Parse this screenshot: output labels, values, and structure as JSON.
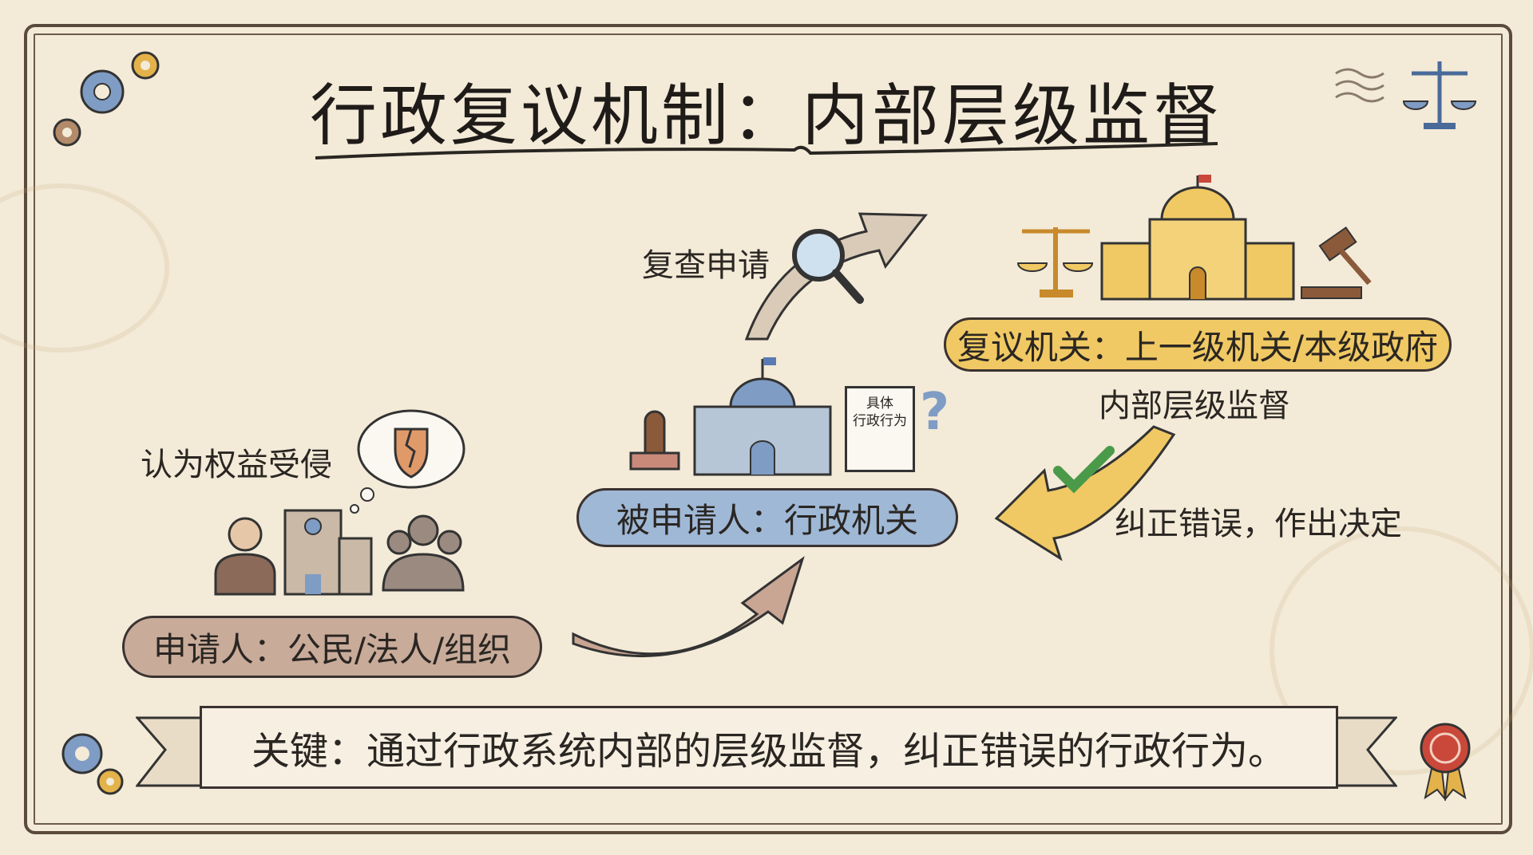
{
  "title": "行政复议机制：内部层级监督",
  "review_request_label": "复查申请",
  "applicant": {
    "thought": "认为权益受侵",
    "label": "申请人：公民/法人/组织"
  },
  "respondent": {
    "document_text_line1": "具体",
    "document_text_line2": "行政行为",
    "label": "被申请人：行政机关"
  },
  "review_body": {
    "label": "复议机关：上一级机关/本级政府",
    "subtitle": "内部层级监督"
  },
  "decision_label": "纠正错误，作出决定",
  "banner_text": "关键：通过行政系统内部的层级监督，纠正错误的行政行为。",
  "colors": {
    "paper": "#f3ead8",
    "applicant_pill": "#c9ab9a",
    "respondent_pill": "#9fb8d6",
    "review_pill": "#f0c964",
    "arrow_brown": "#c9a594",
    "arrow_yellow": "#f0c964",
    "check_green": "#4a9a4a"
  }
}
